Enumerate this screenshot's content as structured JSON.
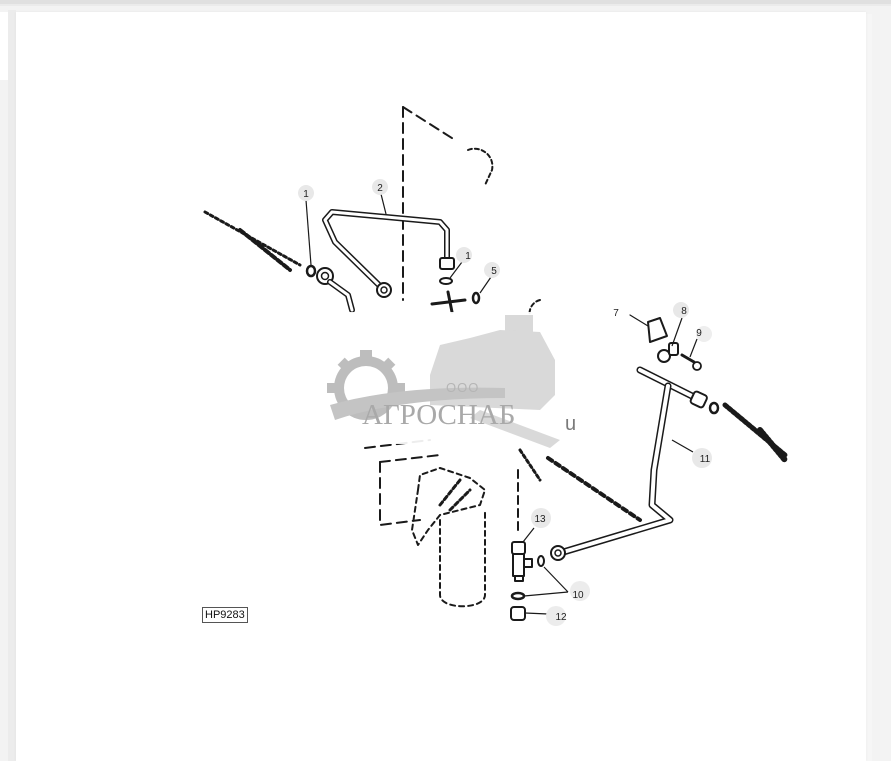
{
  "page": {
    "figure_label": "HP9283"
  },
  "watermark": {
    "company_prefix": "ООО",
    "brand": "АГРОСНАБ",
    "suffix": "u",
    "icon": "gear-combine-harvester-logo"
  },
  "callouts": [
    {
      "number": "1",
      "part": "o-ring"
    },
    {
      "number": "2",
      "part": "fuel-line-pipe"
    },
    {
      "number": "1",
      "part": "o-ring"
    },
    {
      "number": "5",
      "part": "o-ring"
    },
    {
      "number": "7",
      "part": "bracket"
    },
    {
      "number": "8",
      "part": "clamp"
    },
    {
      "number": "9",
      "part": "bolt"
    },
    {
      "number": "11",
      "part": "fuel-line-pipe"
    },
    {
      "number": "13",
      "part": "tee-fitting"
    },
    {
      "number": "10",
      "part": "o-ring"
    },
    {
      "number": "12",
      "part": "nut"
    }
  ],
  "colors": {
    "line": "#1a1a1a",
    "callout_bubble": "#e6e6e6",
    "watermark": "#a9a9a9",
    "background": "#ffffff"
  }
}
